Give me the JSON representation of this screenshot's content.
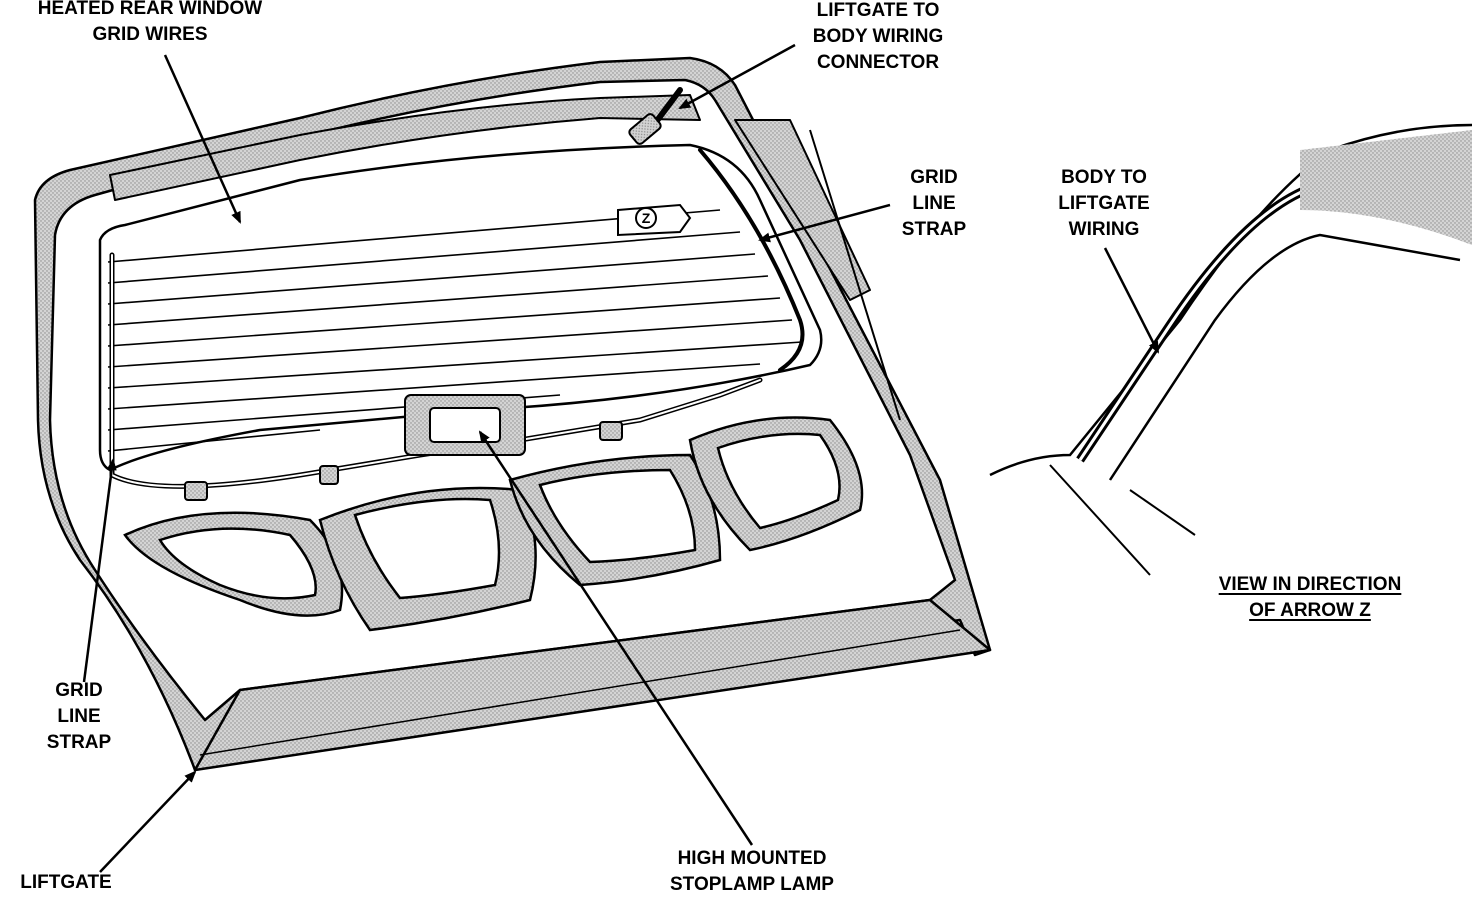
{
  "labels": {
    "heated_rear_window": [
      "HEATED REAR WINDOW",
      "GRID WIRES"
    ],
    "liftgate_to_body": [
      "LIFTGATE TO",
      "BODY WIRING",
      "CONNECTOR"
    ],
    "grid_line_strap_right": [
      "GRID",
      "LINE",
      "STRAP"
    ],
    "body_to_liftgate": [
      "BODY TO",
      "LIFTGATE",
      "WIRING"
    ],
    "view_direction": [
      "VIEW IN DIRECTION",
      "OF ARROW Z"
    ],
    "grid_line_strap_left": [
      "GRID",
      "LINE",
      "STRAP"
    ],
    "high_mounted": [
      "HIGH MOUNTED",
      "STOPLAMP LAMP"
    ],
    "liftgate": [
      "LIFTGATE"
    ]
  },
  "arrow_marker": "Z",
  "colors": {
    "ink": "#000000",
    "shade": "#c9c9c9",
    "paper": "#ffffff"
  }
}
